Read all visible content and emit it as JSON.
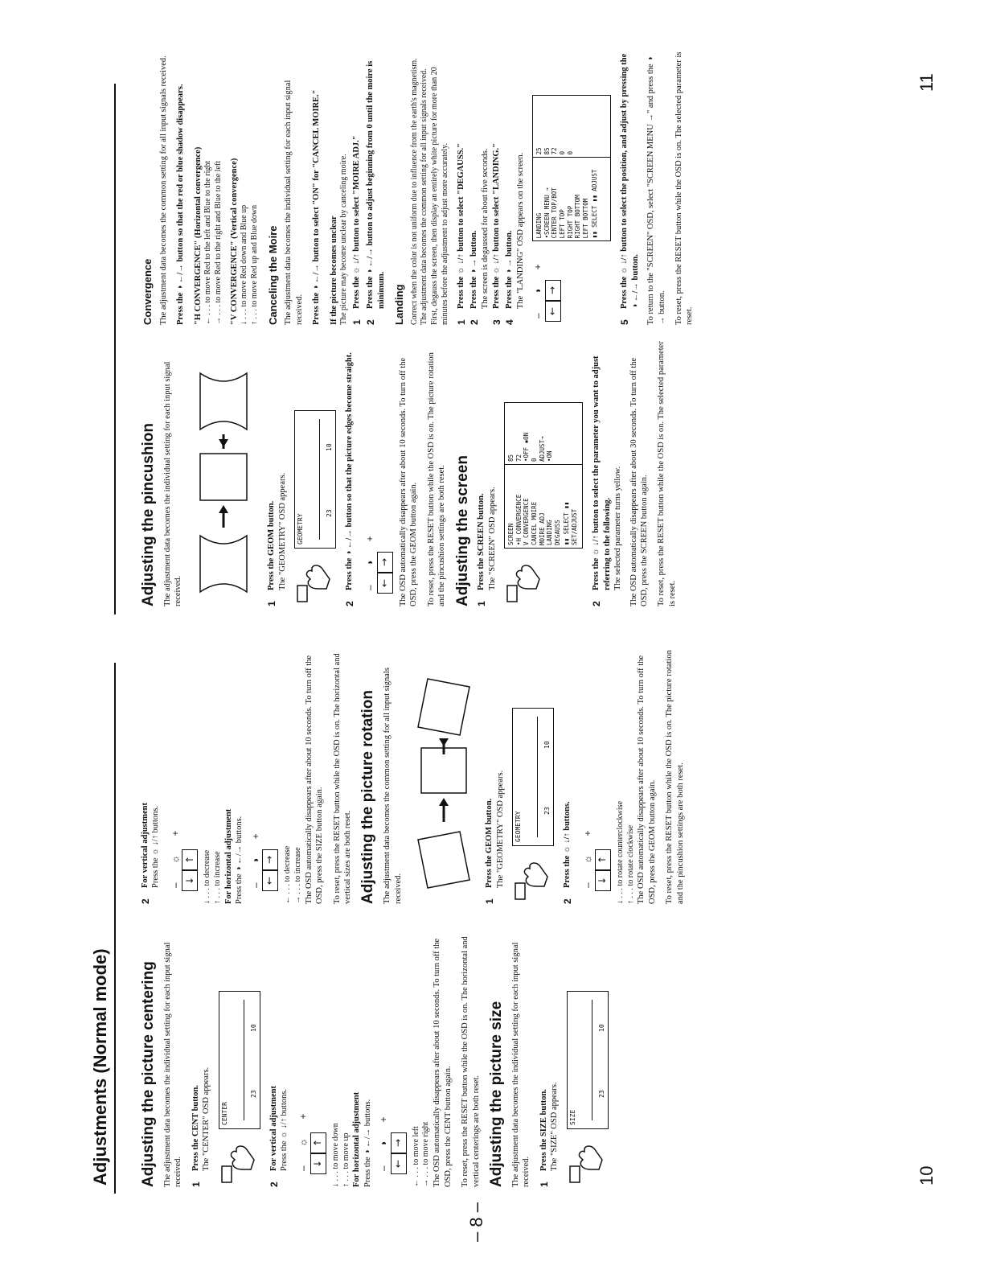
{
  "page": {
    "header": "Adjustments (Normal mode)",
    "left_page_number": "10",
    "right_page_number": "11",
    "footer": "– 8 –"
  },
  "centering": {
    "title": "Adjusting the picture centering",
    "intro": "The adjustment data becomes the individual setting for each input signal received.",
    "step1": "Press the CENT button.",
    "step1_sub": "The \"CENTER\" OSD appears.",
    "btn_label": "CENT",
    "osd_title": "CENTER",
    "osd_v1": "23",
    "osd_v2": "10",
    "step2_a": "For vertical adjustment",
    "step2_b": "Press the ☼ ↓/↑ buttons.",
    "key_sym": "– ☼ +",
    "key_left": "↓",
    "key_right": "↑",
    "v_desc1": "↓ . . . to move down",
    "v_desc2": "↑ . . . to move up",
    "h_title": "For horizontal adjustment",
    "h_sub": "Press the ◑ ←/→ buttons.",
    "h_sym": "– ◑ +",
    "h_left": "←",
    "h_right": "→",
    "h_desc1": "← . . . to move left",
    "h_desc2": "→ . . . to move right",
    "note1": "The OSD automatically disappears after about 10 seconds. To turn off the OSD, press the CENT button again.",
    "note2": "To reset, press the RESET button while the OSD is on. The horizontal and vertical centerings are both reset."
  },
  "size": {
    "title": "Adjusting the picture size",
    "intro": "The adjustment data becomes the individual setting for each input signal received.",
    "step1": "Press the SIZE button.",
    "step1_sub": "The \"SIZE\" OSD appears.",
    "btn_label": "SIZE",
    "osd_title": "SIZE",
    "osd_v1": "23",
    "osd_v2": "10",
    "step2_a": "For vertical adjustment",
    "step2_b": "Press the ☼ ↓/↑ buttons.",
    "v_desc1": "↓ . . . to decrease",
    "v_desc2": "↑ . . . to increase",
    "h_title": "For horizontal adjustment",
    "h_sub": "Press the ◑ ←/→ buttons.",
    "h_desc1": "← . . . to decrease",
    "h_desc2": "→ . . . to increase",
    "note1": "The OSD automatically disappears after about 10 seconds. To turn off the OSD, press the SIZE button again.",
    "note2": "To reset, press the RESET button while the OSD is on. The horizontal and vertical sizes are both reset."
  },
  "rotation": {
    "title": "Adjusting the picture rotation",
    "intro": "The adjustment data becomes the common setting for all input signals received.",
    "step1": "Press the GEOM button.",
    "step1_sub": "The \"GEOMETRY\" OSD appears.",
    "btn_label": "GEOM",
    "osd_title": "GEOMETRY",
    "osd_v1": "23",
    "osd_v2": "10",
    "step2": "Press the ☼ ↓/↑ buttons.",
    "desc1": "↓ . . . to rotate counterclockwise",
    "desc2": "↑ . . . to rotate clockwise",
    "note1": "The OSD automatically disappears after about 10 seconds. To turn off the OSD, press the GEOM button again.",
    "note2": "To reset, press the RESET button while the OSD is on. The picture rotation and the pincushion settings are both reset."
  },
  "pincushion": {
    "title": "Adjusting the pincushion",
    "intro": "The adjustment data becomes the individual setting for each input signal received.",
    "step1": "Press the GEOM button.",
    "step1_sub": "The \"GEOMETRY\" OSD appears.",
    "btn_label": "GEOM",
    "osd_title": "GEOMETRY",
    "osd_v1": "23",
    "osd_v2": "10",
    "step2": "Press the ◑ ←/→ button so that the picture edges become straight.",
    "note1": "The OSD automatically disappears after about 10 seconds. To turn off the OSD, press the GEOM button again.",
    "note2": "To reset, press the RESET button while the OSD is on. The picture rotation and the pincushion settings are both reset."
  },
  "screen": {
    "title": "Adjusting the screen",
    "step1": "Press the SCREEN button.",
    "step1_sub": "The \"SCREEN\" OSD appears.",
    "btn_label": "SCREEN",
    "osd_lines": [
      "SCREEN",
      "•H CONVERGENCE",
      "V CONVERGENCE",
      "CANCEL MOIRE",
      "MOIRE ADJ",
      "LANDING",
      "DEGAUSS"
    ],
    "osd_vals": [
      "85",
      "72",
      "•OFF ▪ON",
      "0",
      "ADJUST→",
      "•ON"
    ],
    "osd_footer": "▮▮ SELECT  ▮▮ SET/ADJUST",
    "step2": "Press the ☼ ↓/↑ button to select the parameter you want to adjust referring to the following.",
    "step2_sub": "The selected parameter turns yellow.",
    "note1": "The OSD automatically disappears after about 30 seconds. To turn off the OSD, press the SCREEN button again.",
    "note2": "To reset, press the RESET button while the OSD is on. The selected parameter is reset."
  },
  "convergence": {
    "title": "Convergence",
    "intro": "The adjustment data becomes the common setting for all input signals received.",
    "press": "Press the ◑ ←/→ button so that the red or blue shadow disappears.",
    "h_title": "\"H CONVERGENCE\" (Horizontal convergence)",
    "h1": "← . . . to move Red to the left and Blue to the right",
    "h2": "→ . . . to move Red to the right and Blue to the left",
    "v_title": "\"V CONVERGENCE\" (Vertical convergence)",
    "v1": "↓ . . . to move Red down and Blue up",
    "v2": "↑ . . . to move Red up and Blue down"
  },
  "moire": {
    "title": "Canceling the Moire",
    "intro": "The adjustment data becomes the individual setting for each input signal received.",
    "press": "Press the ◑ ←/→ button to select \"ON\" for \"CANCEL MOIRE.\"",
    "if_title": "If the picture becomes unclear",
    "if_text": "The picture may become unclear by canceling moire.",
    "s1": "Press the ☼ ↓/↑ button to select \"MOIRE ADJ.\"",
    "s2": "Press the ◑ ←/→ button to adjust beginning from 0 until the moire is minimum."
  },
  "landing": {
    "title": "Landing",
    "intro1": "Correct when the color is not uniform due to influence from the earth's magnetism.",
    "intro2": "The adjustment data becomes the common setting for all input signals received.",
    "intro3": "First, degauss the screen, then display an entirely white picture for more than 20 minutes before the adjustment to adjust more accurately.",
    "s1": "Press the ☼ ↓/↑ button to select \"DEGAUSS.\"",
    "s2": "Press the ◑ → button.",
    "s2_sub": "The screen is degaussed for about five seconds.",
    "s3": "Press the ☼ ↓/↑ button to select \"LANDING.\"",
    "s4": "Press the ◑ → button.",
    "s4_sub": "The \"LANDING\" OSD appears on the screen.",
    "osd_lines": [
      "LANDING",
      "•SCREEN MENU →",
      "CENTER TOP/BOT",
      "LEFT TOP",
      "RIGHT TOP",
      "RIGHT BOTTOM",
      "LEFT BOTTOM"
    ],
    "osd_vals": [
      "25",
      "85",
      "72",
      "0",
      "0"
    ],
    "osd_footer": "▮▮ SELECT  ▮▮ ADJUST",
    "s5": "Press the ☼ ↓/↑ button to select the position, and adjust by pressing the ◑ ←/→ button.",
    "ret": "To return to the \"SCREEN\" OSD, select \"SCREEN MENU →\" and press the ◑ → button.",
    "reset": "To reset, press the RESET button while the OSD is on. The selected parameter is reset."
  }
}
